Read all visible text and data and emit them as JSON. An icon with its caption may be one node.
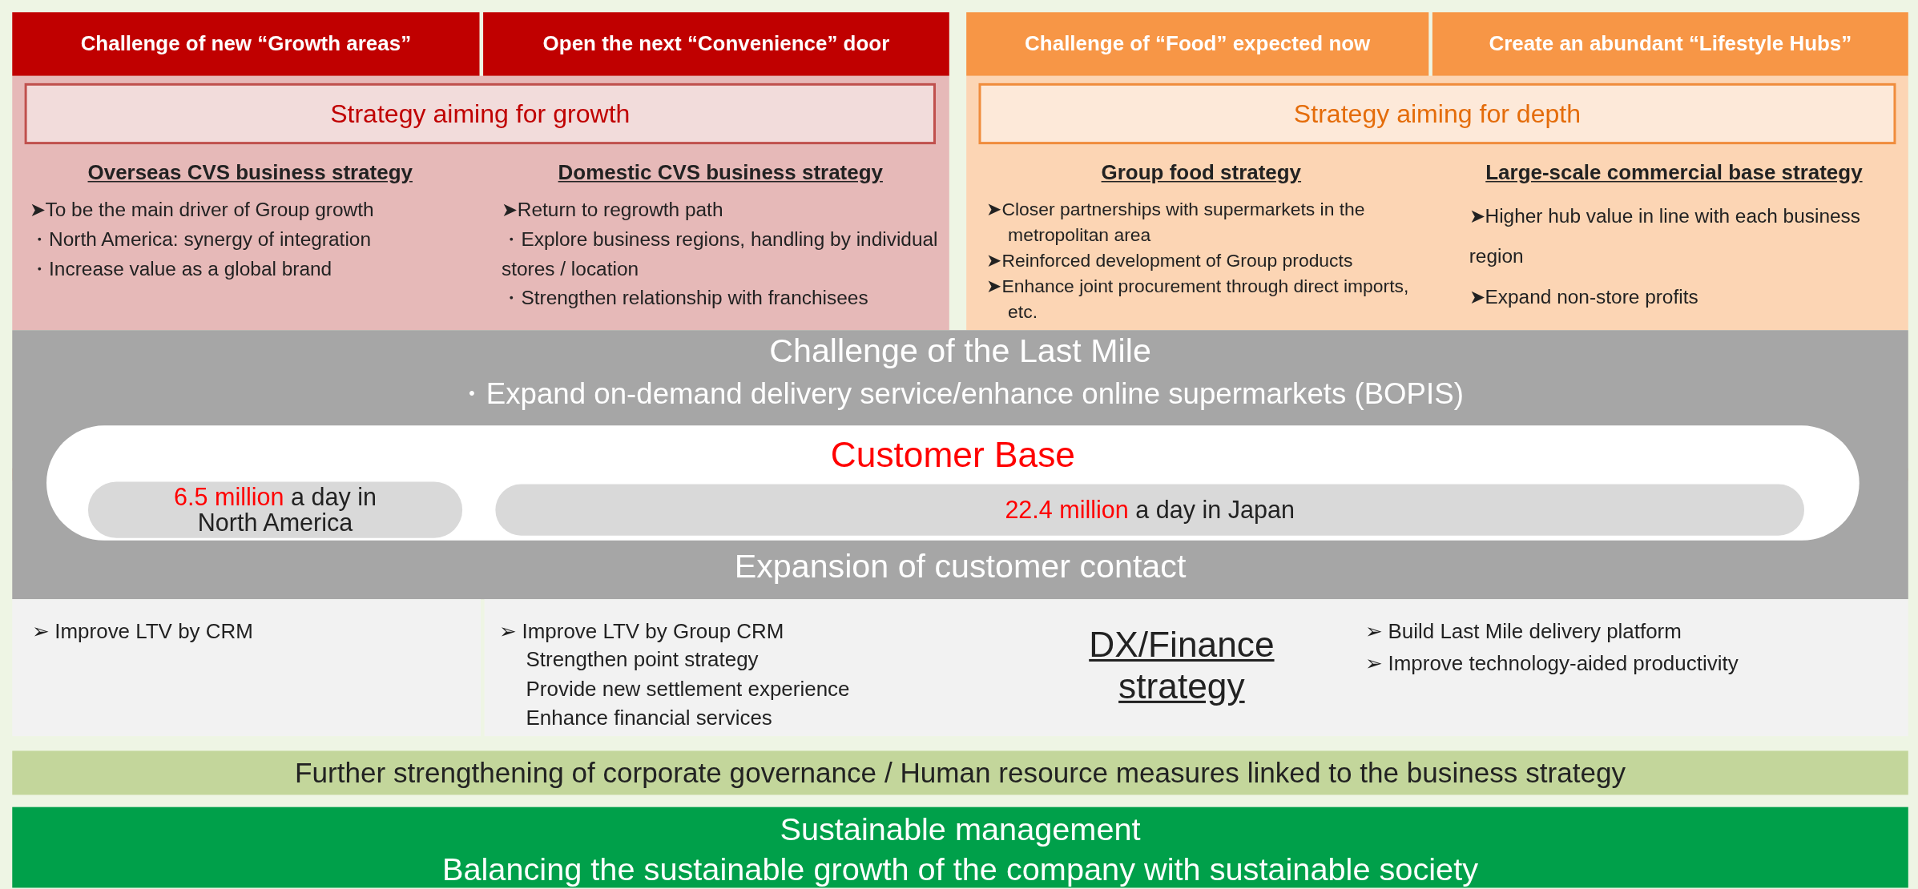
{
  "diagram": {
    "nodes": [
      {
        "text": [
          "Challenge of new “Growth areas”"
        ]
      },
      {
        "text": [
          "Open the next “Convenience” door"
        ]
      },
      {
        "text": [
          "Challenge of “Food” expected now"
        ]
      },
      {
        "text": [
          "Create an abundant “Lifestyle Hubs”"
        ]
      },
      {
        "text": [
          "Strategy aiming for growth"
        ]
      },
      {
        "text": [
          "Strategy aiming for depth"
        ]
      },
      {
        "text": [
          "Overseas CVS business strategy",
          "➤To be the main driver of Group growth",
          "・North America: synergy of integration",
          "・Increase value as a global brand"
        ]
      },
      {
        "text": [
          "Domestic CVS business strategy",
          "➤Return to regrowth path",
          "・Explore business regions, handling by individual stores / location",
          "・Strengthen relationship with franchisees"
        ]
      },
      {
        "text": [
          "Group food strategy",
          "➤Closer partnerships with supermarkets in the metropolitan area",
          "➤Reinforced development of Group products",
          "➤Enhance joint procurement through direct imports, etc."
        ]
      },
      {
        "text": [
          "Large-scale commercial base strategy",
          "➤Higher hub value in line with each business region",
          "➤Expand non-store profits"
        ]
      },
      {
        "text": [
          "Challenge of the Last Mile",
          "・Expand on-demand delivery service/enhance online supermarkets (BOPIS)",
          "Expansion of customer contact"
        ]
      },
      {
        "text": [
          "Customer Base"
        ],
        "in": 10
      },
      {
        "text": [
          "6.5 million",
          "a day in North America"
        ],
        "in": 11
      },
      {
        "text": [
          "22.4 million",
          "a day in Japan"
        ],
        "in": 11
      },
      {
        "text": [
          "➢ Improve LTV by CRM"
        ]
      },
      {
        "text": [
          "➢ Improve LTV by Group CRM",
          "Strengthen point strategy",
          "Provide new settlement experience",
          "Enhance financial services",
          "DX/Finance strategy",
          "➢ Build Last Mile delivery platform",
          "➢ Improve technology-aided productivity"
        ]
      },
      {
        "text": [
          "Further strengthening of corporate governance  / Human resource measures linked to the business strategy"
        ]
      },
      {
        "text": [
          "Sustainable management",
          "Balancing the sustainable growth of the company with sustainable society"
        ]
      }
    ]
  }
}
